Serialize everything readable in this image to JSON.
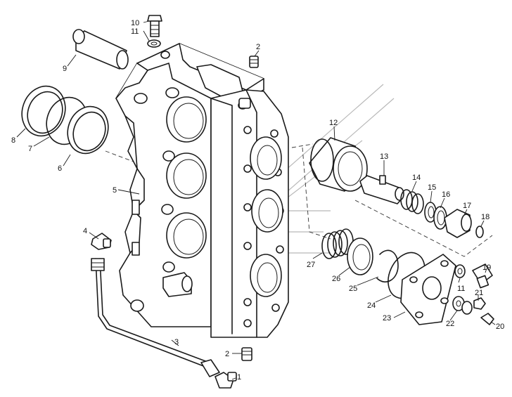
{
  "callouts": {
    "c1": "1",
    "c2a": "2",
    "c2b": "2",
    "c3": "3",
    "c4": "4",
    "c5": "5",
    "c6": "6",
    "c7": "7",
    "c8": "8",
    "c9": "9",
    "c10": "10",
    "c11a": "11",
    "c11b": "11",
    "c12": "12",
    "c13": "13",
    "c14": "14",
    "c15": "15",
    "c16": "16",
    "c17": "17",
    "c18": "18",
    "c19": "19",
    "c20": "20",
    "c21": "21",
    "c22": "22",
    "c23": "23",
    "c24": "24",
    "c25": "25",
    "c26": "26",
    "c27": "27"
  }
}
